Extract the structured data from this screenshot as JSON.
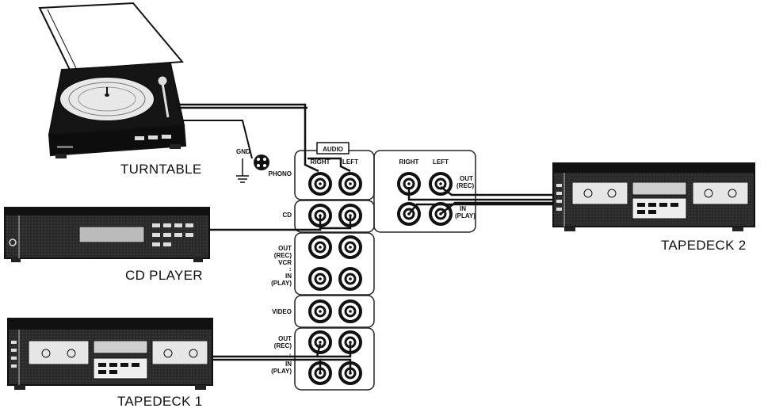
{
  "devices": {
    "turntable": "TURNTABLE",
    "cd_player": "CD PLAYER",
    "tapedeck_1": "TAPEDECK 1",
    "tapedeck_2": "TAPEDECK 2"
  },
  "ground_label": "GND",
  "panel": {
    "audio_label": "AUDIO",
    "right_label": "RIGHT",
    "left_label": "LEFT",
    "rows": {
      "phono": "PHONO",
      "cd": "CD",
      "vcr_out_1": "OUT",
      "vcr_out_2": "(REC)",
      "vcr_name": "VCR",
      "vcr_sep": "↕",
      "vcr_in_1": "IN",
      "vcr_in_2": "(PLAY)",
      "video": "VIDEO",
      "tape_out_1": "OUT",
      "tape_out_2": "(REC)",
      "tape_sep": "↕",
      "tape_in_1": "IN",
      "tape_in_2": "(PLAY)"
    },
    "tape2_right": "RIGHT",
    "tape2_left": "LEFT",
    "tape2_out_1": "OUT",
    "tape2_out_2": "(REC)",
    "tape2_in_1": "IN",
    "tape2_in_2": "(PLAY)"
  },
  "colors": {
    "ink": "#111111",
    "device_body": "#1a1a1a",
    "panel_stroke": "#222222"
  },
  "icons": [
    "ground-icon",
    "rca-jack-icon"
  ]
}
